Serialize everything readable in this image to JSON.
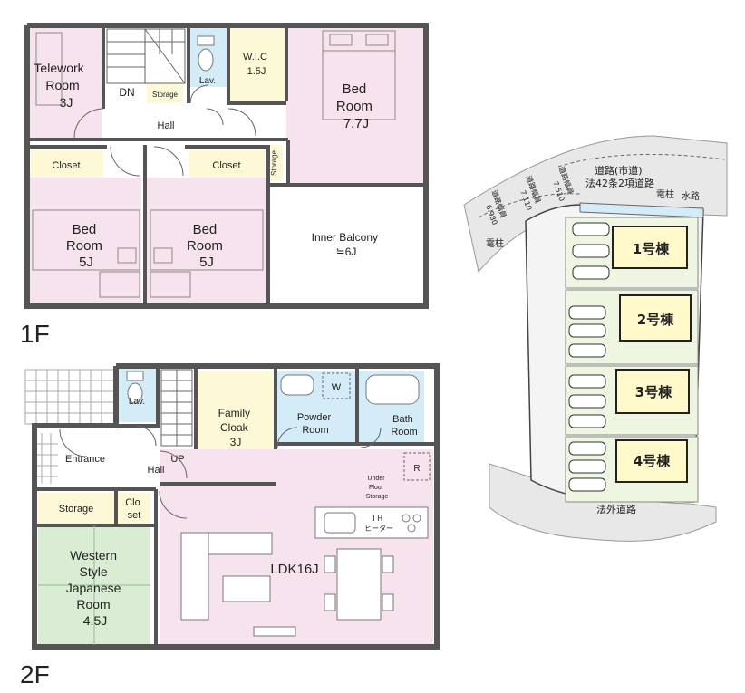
{
  "floor1": {
    "label": "1F",
    "rooms": {
      "telework": [
        "Telework",
        "Room",
        "3J"
      ],
      "dn": "DN",
      "storage_a": "Storage",
      "lav": "Lav.",
      "wic": [
        "W.I.C",
        "1.5J"
      ],
      "bed_master": [
        "Bed",
        "Room",
        "7.7J"
      ],
      "hall": "Hall",
      "closet_left": "Closet",
      "closet_right": "Closet",
      "storage_b": "Storage",
      "bed_left": [
        "Bed",
        "Room",
        "5J"
      ],
      "bed_right": [
        "Bed",
        "Room",
        "5J"
      ],
      "balcony": [
        "Inner Balcony",
        "≒6J"
      ]
    }
  },
  "floor2": {
    "label": "2F",
    "rooms": {
      "lav": "Lav.",
      "family_cloak": [
        "Family",
        "Cloak",
        "3J"
      ],
      "washer": "W",
      "powder": [
        "Powder",
        "Room"
      ],
      "bath": [
        "Bath",
        "Room"
      ],
      "entrance": "Entrance",
      "hall": "Hall",
      "up": "UP",
      "fridge": "R",
      "underfloor": [
        "Under",
        "Floor",
        "Storage"
      ],
      "storage": "Storage",
      "closet": [
        "Clo",
        "set"
      ],
      "ih": [
        "I H",
        "ヒーター"
      ],
      "ldk": "LDK16J",
      "western": [
        "Western",
        "Style",
        "Japanese",
        "Room",
        "4.5J"
      ]
    }
  },
  "site": {
    "road_top": [
      "道路(市道)",
      "法42条2項道路"
    ],
    "width_labels": [
      "道路幅員",
      "7.510",
      "道路幅員",
      "7.110",
      "道路幅員",
      "6.980"
    ],
    "pole_top": "電柱",
    "waterway": "水路",
    "pole_left": "電柱",
    "road_bottom": "法外道路",
    "lots": [
      "1号棟",
      "2号棟",
      "3号棟",
      "4号棟"
    ]
  },
  "colors": {
    "pink": "#f7e3ee",
    "yellow": "#fdf8d6",
    "blue": "#d4ecf7",
    "green": "#d9ecd4",
    "lot_green": "#eef6e2",
    "road_gray": "#e8e8e8"
  }
}
